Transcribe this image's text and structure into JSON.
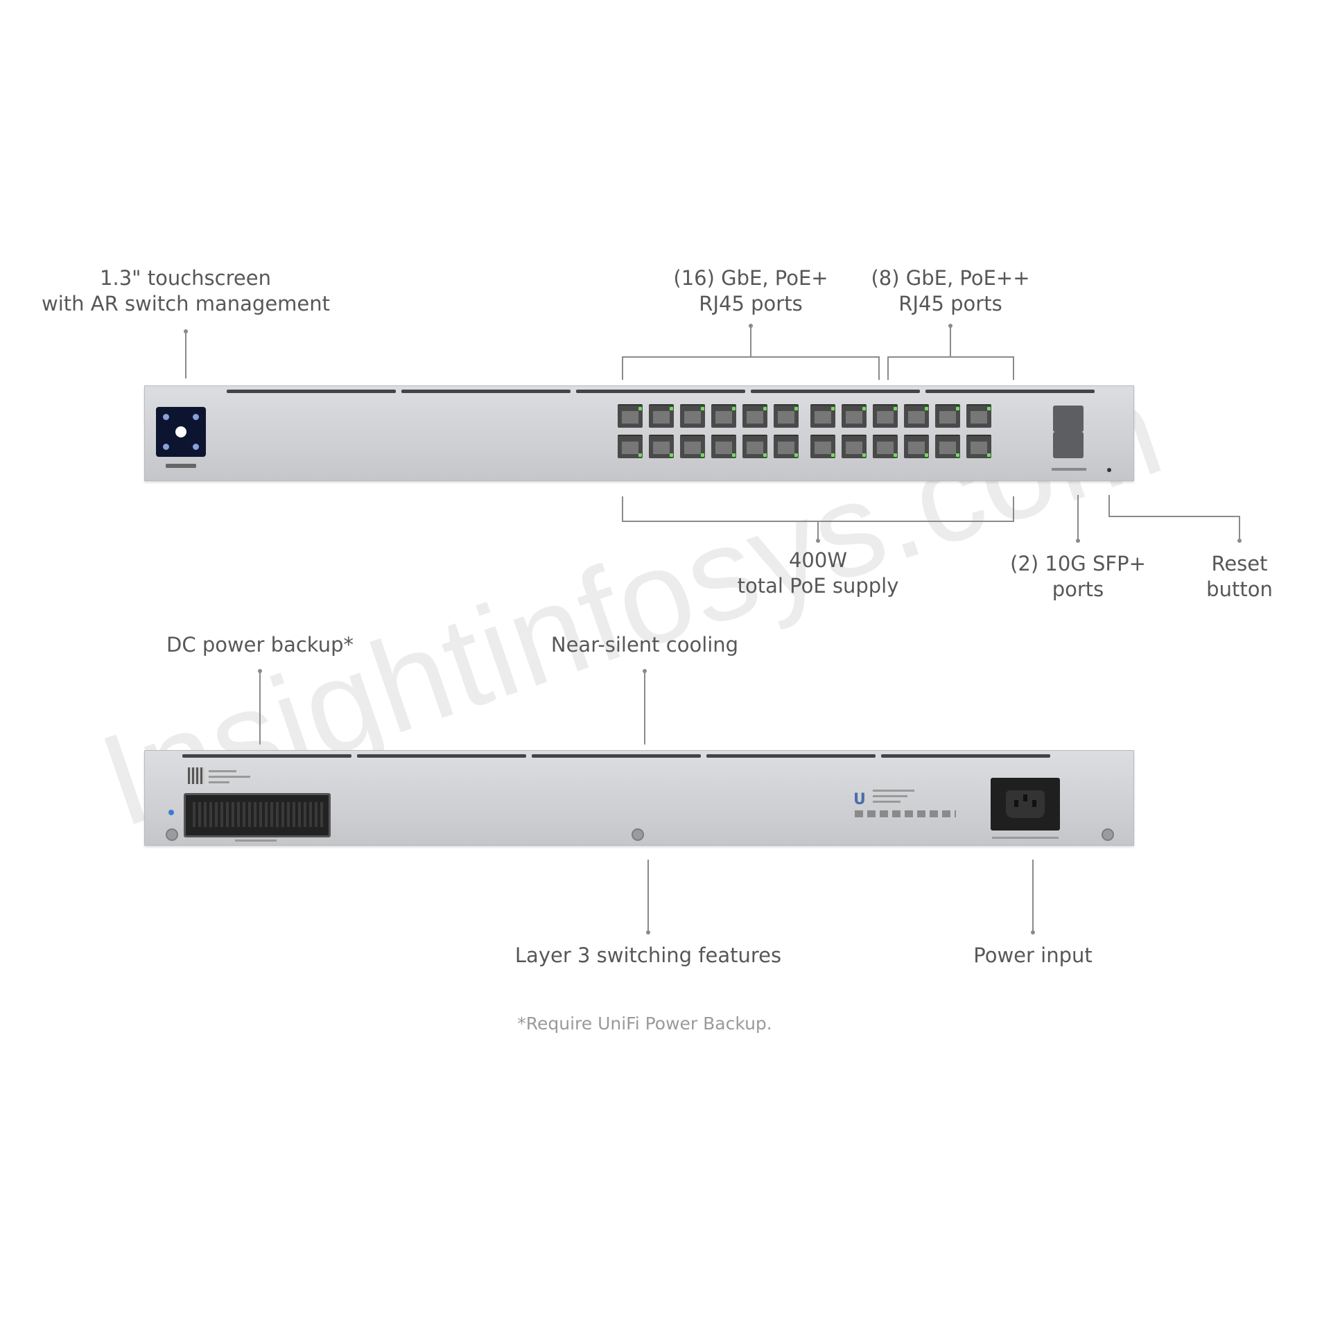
{
  "labels": {
    "touchscreen": [
      "1.3\" touchscreen",
      "with AR switch management"
    ],
    "poe_plus": [
      "(16) GbE, PoE+",
      "RJ45 ports"
    ],
    "poe_plus_plus": [
      "(8) GbE, PoE++",
      "RJ45 ports"
    ],
    "poe_supply": [
      "400W",
      "total PoE supply"
    ],
    "sfp": [
      "(2) 10G SFP+",
      "ports"
    ],
    "reset": [
      "Reset",
      "button"
    ],
    "dc_backup": "DC power backup*",
    "cooling": "Near-silent cooling",
    "layer3": "Layer 3 switching features",
    "power_input": "Power input"
  },
  "footnote": "*Require UniFi Power Backup.",
  "watermark": "Insightinfosys.com",
  "device": {
    "rj45_port_count": 24,
    "sfp_port_count": 2,
    "port_led_color": "#6fe05a",
    "body_color": "#d3d4d7"
  }
}
